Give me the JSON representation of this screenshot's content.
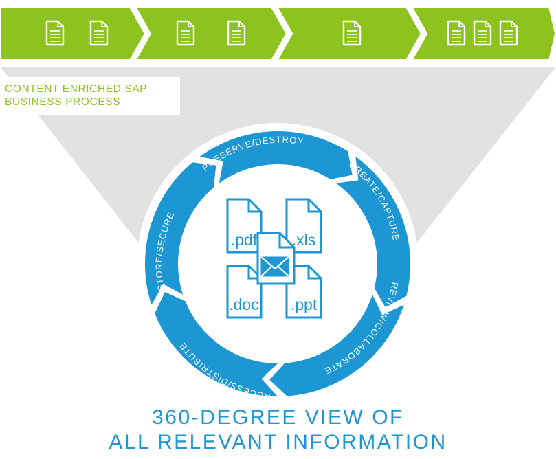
{
  "colors": {
    "green": "#8dc31f",
    "blue": "#1d97d3",
    "gray": "#e2e2e2",
    "page_bg": "#ffffff"
  },
  "process": {
    "label_line1": "CONTENT ENRICHED SAP",
    "label_line2": "BUSINESS PROCESS",
    "stages": [
      {
        "documents": 2,
        "icon": "document-icon"
      },
      {
        "documents": 2,
        "icon": "document-icon"
      },
      {
        "documents": 1,
        "icon": "document-icon"
      },
      {
        "documents": 3,
        "icon": "document-icon"
      }
    ]
  },
  "cycle": {
    "steps": [
      {
        "label": "PRESERVE/DESTROY"
      },
      {
        "label": "CREATE/CAPTURE"
      },
      {
        "label": "REVIEW/COLLABORATE"
      },
      {
        "label": "ACCESS/DISTRIBUTE"
      },
      {
        "label": "STORE/SECURE"
      }
    ]
  },
  "files": [
    {
      "label": ".pdf",
      "icon": "pdf-file-icon"
    },
    {
      "label": ".xls",
      "icon": "xls-file-icon"
    },
    {
      "label": ".doc",
      "icon": "doc-file-icon"
    },
    {
      "label": ".ppt",
      "icon": "ppt-file-icon"
    },
    {
      "label": "",
      "icon": "email-file-icon"
    }
  ],
  "caption": {
    "line1": "360-DEGREE VIEW OF",
    "line2": "ALL RELEVANT INFORMATION"
  }
}
